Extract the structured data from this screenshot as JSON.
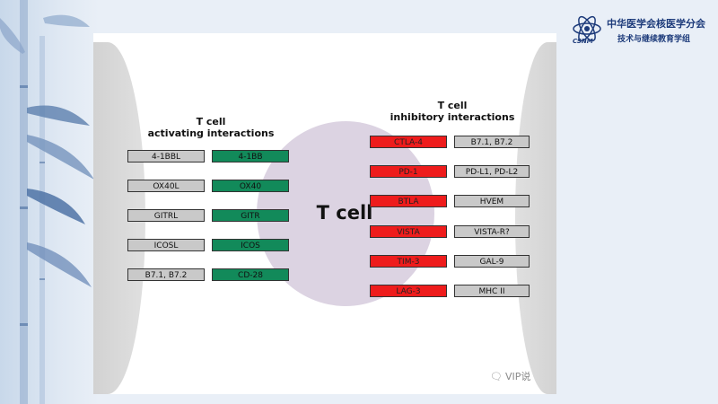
{
  "logo": {
    "org_name": "中华医学会核医学分会",
    "sub_name": "技术与继续教育学组",
    "abbr": "CSNM"
  },
  "diagram": {
    "center_label": "T cell",
    "activating": {
      "heading_line1": "T cell",
      "heading_line2": "activating interactions",
      "pairs": [
        {
          "ligand": "4-1BBL",
          "receptor": "4-1BB"
        },
        {
          "ligand": "OX40L",
          "receptor": "OX40"
        },
        {
          "ligand": "GITRL",
          "receptor": "GITR"
        },
        {
          "ligand": "ICOSL",
          "receptor": "ICOS"
        },
        {
          "ligand": "B7.1, B7.2",
          "receptor": "CD-28"
        }
      ]
    },
    "inhibitory": {
      "heading_line1": "T cell",
      "heading_line2": "inhibitory interactions",
      "pairs": [
        {
          "receptor": "CTLA-4",
          "ligand": "B7.1, B7.2"
        },
        {
          "receptor": "PD-1",
          "ligand": "PD-L1, PD-L2"
        },
        {
          "receptor": "BTLA",
          "ligand": "HVEM"
        },
        {
          "receptor": "VISTA",
          "ligand": "VISTA-R?"
        },
        {
          "receptor": "TIM-3",
          "ligand": "GAL-9"
        },
        {
          "receptor": "LAG-3",
          "ligand": "MHC II"
        }
      ]
    },
    "colors": {
      "activating_receptor": "#128a5a",
      "inhibitory_receptor": "#ee1c1c",
      "ligand": "#c9c9c9",
      "tcell": "#dcd3e2"
    }
  },
  "watermark": {
    "text": "VIP说"
  }
}
